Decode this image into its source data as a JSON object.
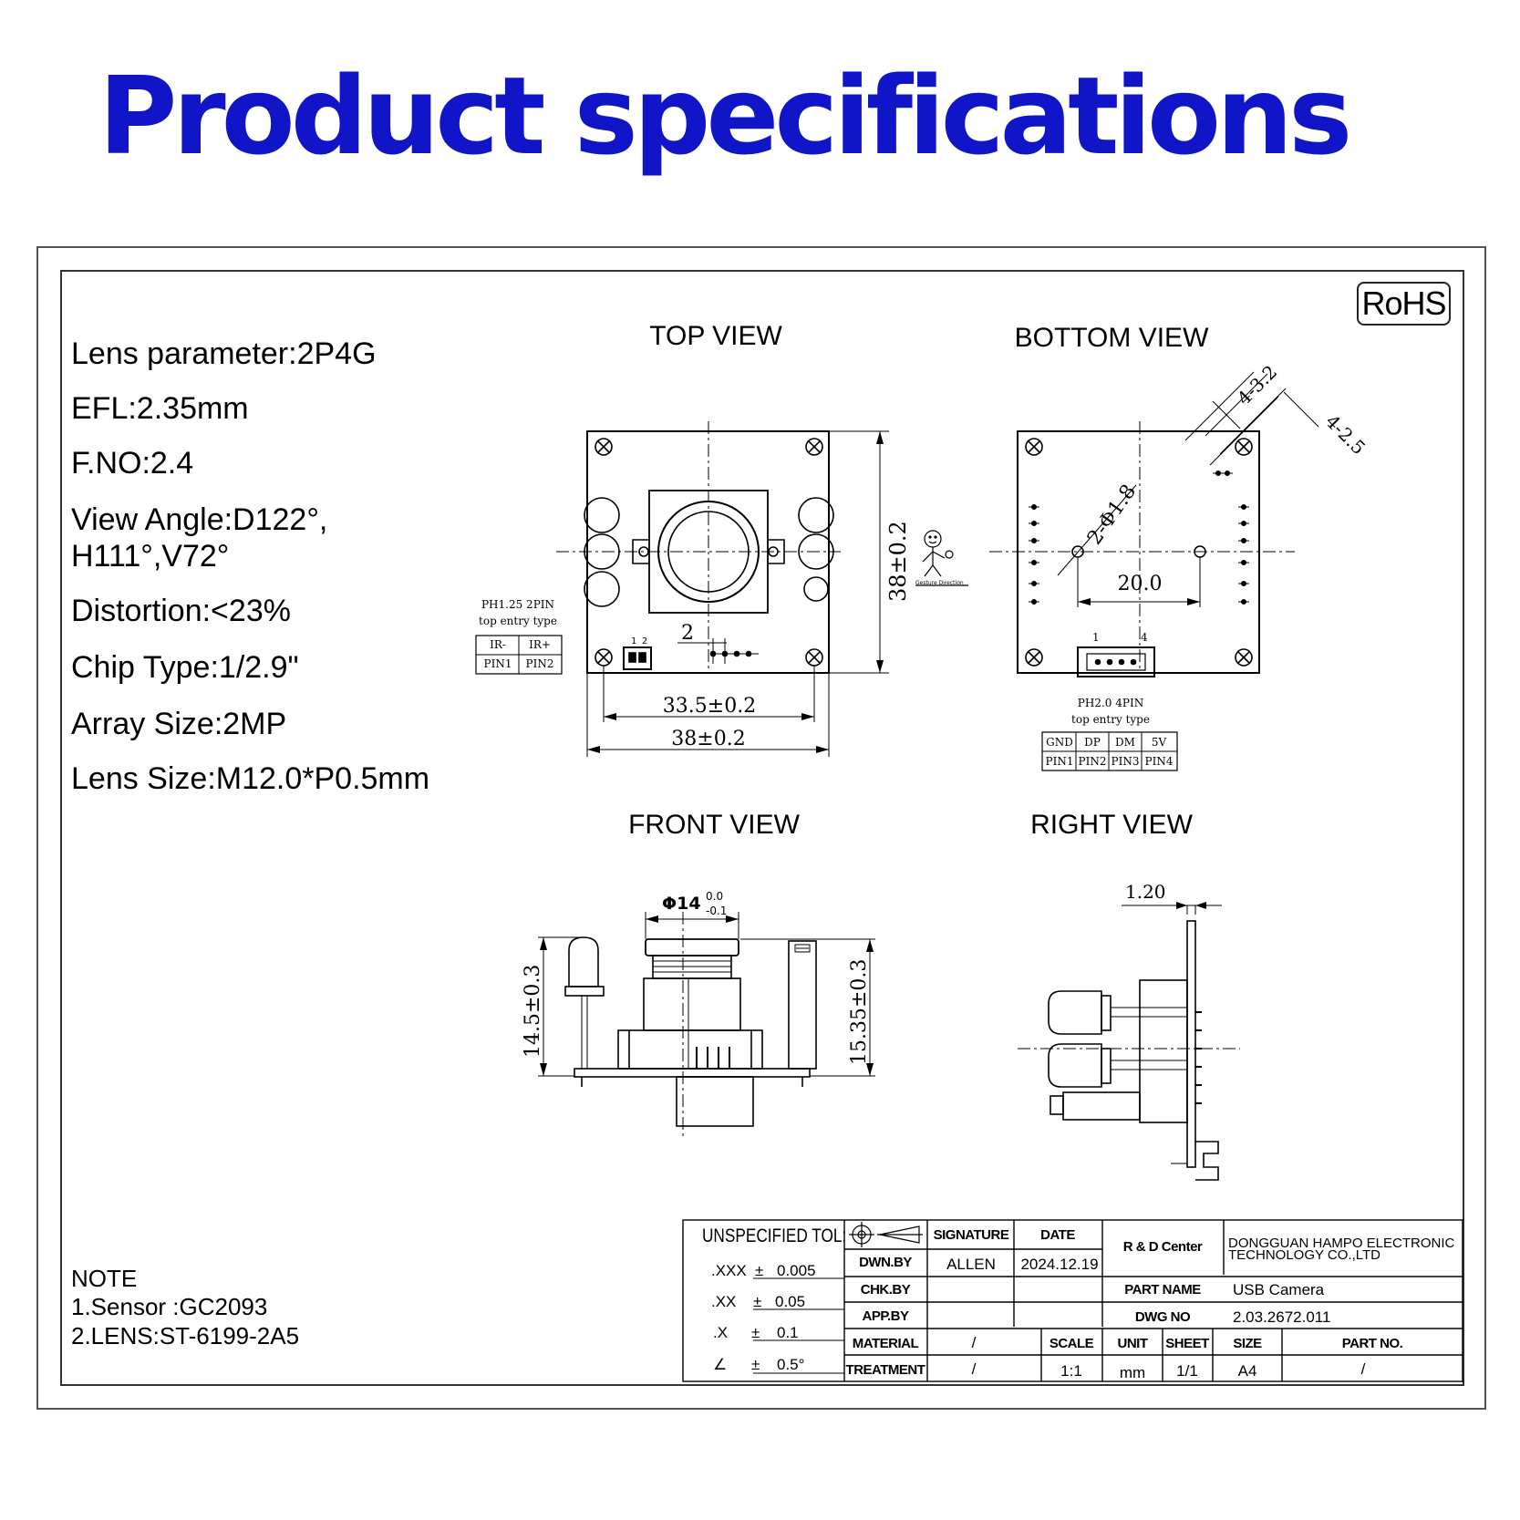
{
  "title": "Product specifications",
  "rohs": "RoHS",
  "specs": [
    "Lens parameter:2P4G",
    "EFL:2.35mm",
    "F.NO:2.4",
    "View Angle:D122°,",
    "H111°,V72°",
    "Distortion:<23%",
    "Chip Type:1/2.9\"",
    "Array Size:2MP",
    "Lens Size:M12.0*P0.5mm"
  ],
  "note": {
    "heading": "NOTE",
    "lines": [
      "1.Sensor :GC2093",
      "2.LENS:ST-6199-2A5"
    ]
  },
  "views": {
    "top": "TOP VIEW",
    "bottom": "BOTTOM VIEW",
    "front": "FRONT VIEW",
    "right": "RIGHT VIEW"
  },
  "top_view": {
    "dim_height": "38±0.2",
    "dim_inner_width": "33.5±0.2",
    "dim_width": "38±0.2",
    "dim_pitch": "2",
    "pin_label": "1 2",
    "connector_title": "PH1.25  2PIN",
    "connector_sub": "top entry type",
    "pins_top": [
      "IR-",
      "IR+"
    ],
    "pins_bottom": [
      "PIN1",
      "PIN2"
    ]
  },
  "gesture_label": "Gesture Direction",
  "bottom_view": {
    "dim_hole_span": "20.0",
    "dim_hole": "2-Φ1.8",
    "dim_corner_a": "4-3.2",
    "dim_corner_b": "4-2.5",
    "pin_label_1": "1",
    "pin_label_4": "4",
    "connector_title": "PH2.0  4PIN",
    "connector_sub": "top entry type",
    "pins_top": [
      "GND",
      "DP",
      "DM",
      "5V"
    ],
    "pins_bottom": [
      "PIN1",
      "PIN2",
      "PIN3",
      "PIN4"
    ]
  },
  "front_view": {
    "dim_lens_dia": "Φ14",
    "tol_upper": "0.0",
    "tol_lower": "-0.1",
    "dim_left_height": "14.5±0.3",
    "dim_right_height": "15.35±0.3"
  },
  "right_view": {
    "dim_thickness": "1.20"
  },
  "title_block": {
    "tol_heading": "UNSPECIFIED TOL:",
    "tolerances": [
      {
        "key": ".XXX",
        "pm": "±",
        "val": "0.005"
      },
      {
        "key": ".XX",
        "pm": "±",
        "val": "0.05"
      },
      {
        "key": ".X",
        "pm": "±",
        "val": "0.1"
      },
      {
        "key": "∠",
        "pm": "±",
        "val": "0.5°"
      }
    ],
    "h_signature": "SIGNATURE",
    "h_date": "DATE",
    "rd_center": "R & D Center",
    "company_1": "DONGGUAN HAMPO ELECTRONIC",
    "company_2": "TECHNOLOGY CO.,LTD",
    "dwn_by": "DWN.BY",
    "dwn_name": "ALLEN",
    "dwn_date": "2024.12.19",
    "chk_by": "CHK.BY",
    "app_by": "APP.BY",
    "part_name_label": "PART NAME",
    "part_name": "USB  Camera",
    "dwg_no_label": "DWG NO",
    "dwg_no": "2.03.2672.011",
    "material_label": "MATERIAL",
    "material": "/",
    "treatment_label": "TREATMENT",
    "treatment": "/",
    "scale_label": "SCALE",
    "scale": "1:1",
    "unit_label": "UNIT",
    "unit": "mm",
    "sheet_label": "SHEET",
    "sheet": "1/1",
    "size_label": "SIZE",
    "size": "A4",
    "part_no_label": "PART NO.",
    "part_no": "/"
  }
}
